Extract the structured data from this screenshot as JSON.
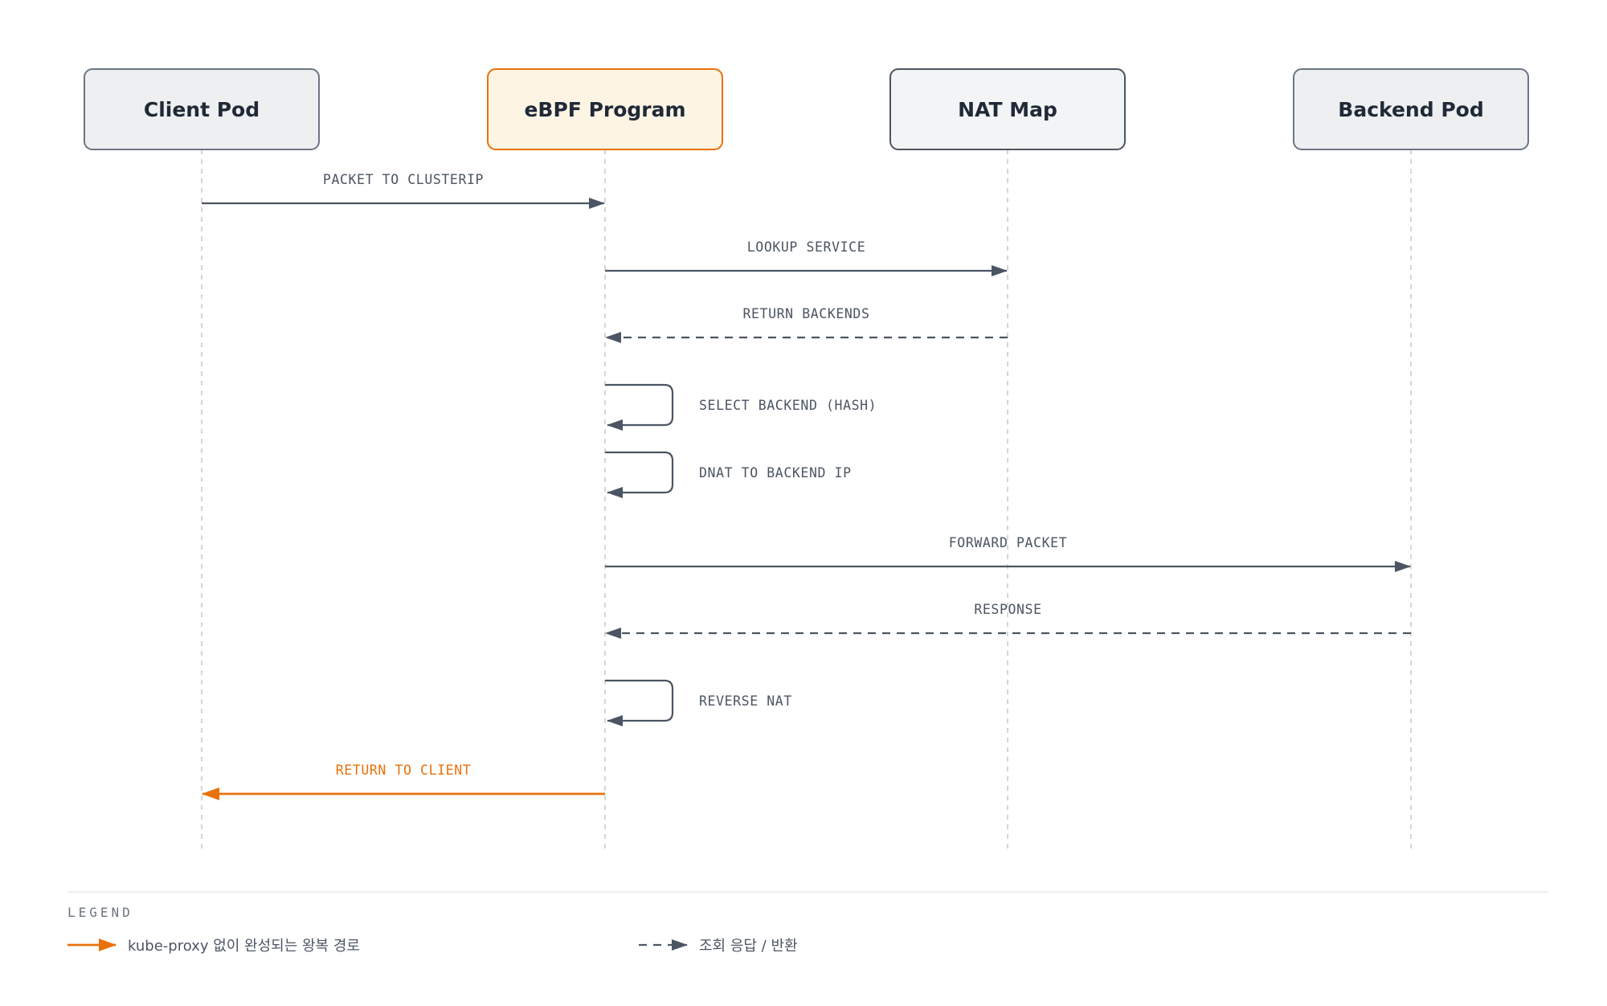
{
  "participants": [
    {
      "id": "client",
      "label": "Client Pod",
      "fill": "#eeeff1",
      "stroke": "#6b7684"
    },
    {
      "id": "ebpf",
      "label": "eBPF Program",
      "fill": "#fdf4e4",
      "stroke": "#e8710a"
    },
    {
      "id": "nat",
      "label": "NAT Map",
      "fill": "#f3f4f5",
      "stroke": "#4b5563"
    },
    {
      "id": "backend",
      "label": "Backend Pod",
      "fill": "#eeeff1",
      "stroke": "#6b7684"
    }
  ],
  "messages": [
    {
      "from": "client",
      "to": "ebpf",
      "label": "PACKET TO CLUSTERIP",
      "style": "solid"
    },
    {
      "from": "ebpf",
      "to": "nat",
      "label": "LOOKUP SERVICE",
      "style": "solid"
    },
    {
      "from": "nat",
      "to": "ebpf",
      "label": "RETURN BACKENDS",
      "style": "dashed"
    },
    {
      "from": "ebpf",
      "to": "ebpf",
      "label": "SELECT BACKEND (HASH)",
      "style": "self"
    },
    {
      "from": "ebpf",
      "to": "ebpf",
      "label": "DNAT TO BACKEND IP",
      "style": "self"
    },
    {
      "from": "ebpf",
      "to": "backend",
      "label": "FORWARD PACKET",
      "style": "solid"
    },
    {
      "from": "backend",
      "to": "ebpf",
      "label": "RESPONSE",
      "style": "dashed"
    },
    {
      "from": "ebpf",
      "to": "ebpf",
      "label": "REVERSE NAT",
      "style": "self"
    },
    {
      "from": "ebpf",
      "to": "client",
      "label": "RETURN TO CLIENT",
      "style": "highlight"
    }
  ],
  "legend": {
    "title": "LEGEND",
    "items": [
      {
        "style": "highlight",
        "label": "kube-proxy 없이 완성되는 왕복 경로"
      },
      {
        "style": "dashed",
        "label": "조회 응답 / 반환"
      }
    ]
  },
  "colors": {
    "line": "#4b5563",
    "lifeline": "#c9ccd1",
    "highlight": "#e8710a",
    "divider": "#e5e7eb"
  }
}
